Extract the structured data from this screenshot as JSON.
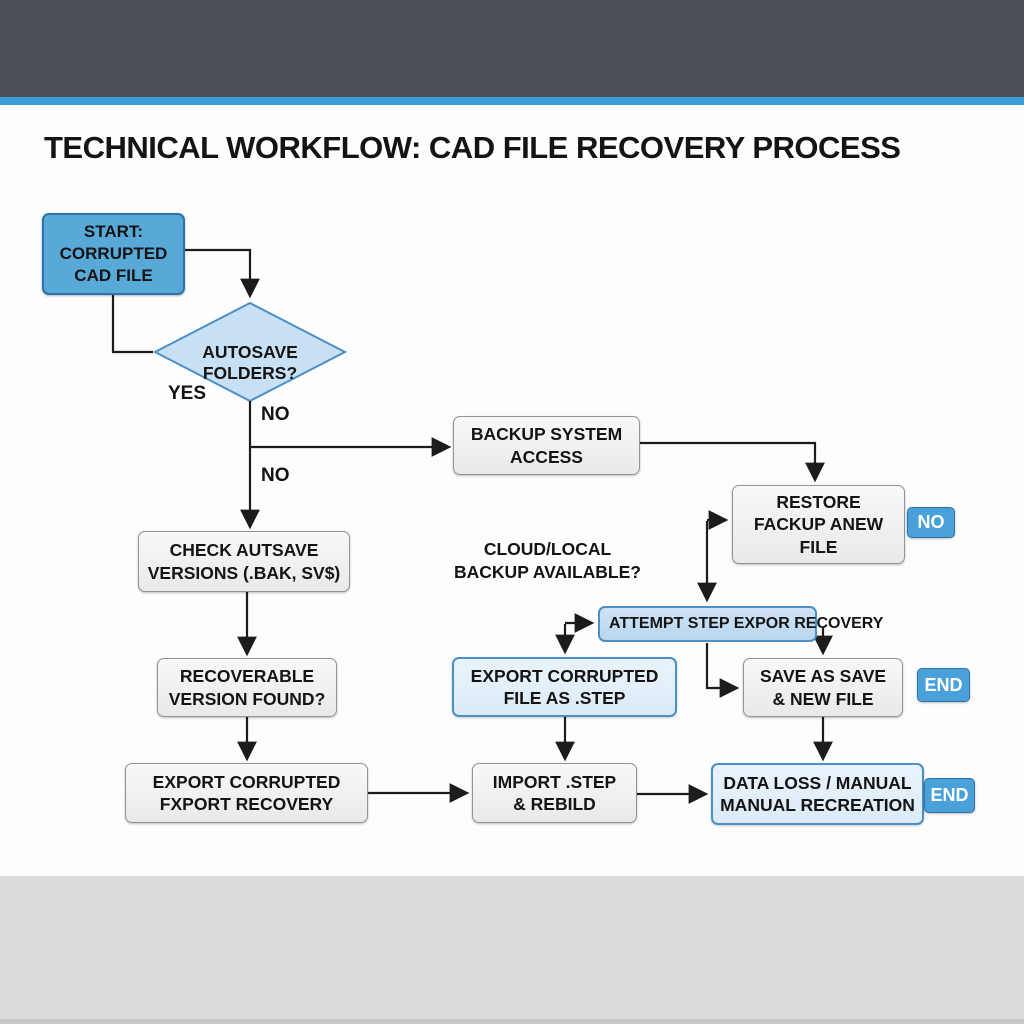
{
  "title": "TECHNICAL WORKFLOW: CAD FILE RECOVERY PROCESS",
  "diagram": {
    "nodes": {
      "start": {
        "label": "START:\nCORRUPTED\nCAD FILE"
      },
      "autosave_decision": {
        "label": "AUTOSAVE FOLDERS?"
      },
      "check_autosave": {
        "label": "CHECK AUTSAVE\nVERSIONS (.BAK, SV$)"
      },
      "recoverable_version": {
        "label": "RECOVERABLE\nVERSION FOUND?"
      },
      "export_corrupted_recovery": {
        "label": "EXPORT CORRUPTED\nFXPORT RECOVERY"
      },
      "backup_system_access": {
        "label": "BACKUP SYSTEM\nACCESS"
      },
      "restore_backup": {
        "label": "RESTORE\nFACKUP ANEW FILE"
      },
      "attempt_step_export": {
        "label": "ATTEMPT STEP EXPOR RECOVERY"
      },
      "export_file_as_step": {
        "label": "EXPORT CORRUPTED\nFILE AS .STEP"
      },
      "save_as_new_file": {
        "label": "SAVE AS SAVE\n& NEW FILE"
      },
      "import_step_rebuild": {
        "label": "IMPORT .STEP\n& REBILD"
      },
      "data_loss_manual": {
        "label": "DATA LOSS / MANUAL\nMANUAL RECREATION"
      }
    },
    "edge_labels": {
      "yes": "YES",
      "no_1": "NO",
      "no_2": "NO",
      "cloud_question": "CLOUD/LOCAL\nBACKUP AVAILABLE?"
    },
    "badges": {
      "no_restore": "NO",
      "end_save": "END",
      "end_data_loss": "END"
    }
  },
  "colors": {
    "header_bar": "#4b5056",
    "accent_stripe": "#3b9cd8",
    "footer_bg": "#dbdcdc",
    "start_fill": "#58a8d8",
    "decision_fill": "#c7e0f4",
    "blue_border": "#4a90c4",
    "lightblue_fill": "#dcebf8",
    "attempt_fill": "#b9d7ee",
    "badge_fill": "#4aa1da",
    "line_color": "#1c1c1c"
  }
}
